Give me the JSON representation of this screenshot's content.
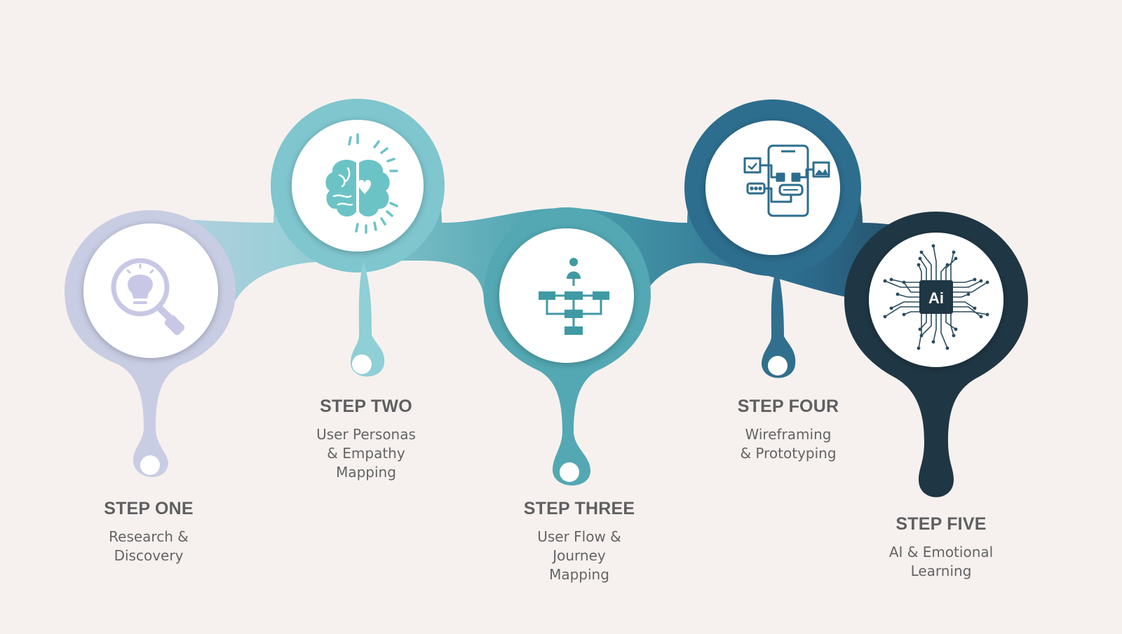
{
  "colors": {
    "background": "#f6f1ee",
    "step1": "#c7cbe3",
    "step2": "#8bc9d2",
    "step3": "#4fa3b0",
    "step4": "#2c6b8e",
    "step5": "#203744",
    "text": "#5f5f61"
  },
  "steps": [
    {
      "title": "STEP ONE",
      "desc_lines": [
        "Research &",
        "Discovery"
      ],
      "icon": "lightbulb-magnifier-icon"
    },
    {
      "title": "STEP TWO",
      "desc_lines": [
        "User Personas",
        "& Empathy",
        "Mapping"
      ],
      "icon": "brain-heart-icon"
    },
    {
      "title": "STEP THREE",
      "desc_lines": [
        "User Flow &",
        "Journey",
        "Mapping"
      ],
      "icon": "user-flow-icon"
    },
    {
      "title": "STEP FOUR",
      "desc_lines": [
        "Wireframing",
        "& Prototyping"
      ],
      "icon": "wireframe-phone-icon"
    },
    {
      "title": "STEP FIVE",
      "desc_lines": [
        "AI & Emotional",
        "Learning"
      ],
      "icon": "ai-chip-icon",
      "chip_text": "Ai"
    }
  ]
}
